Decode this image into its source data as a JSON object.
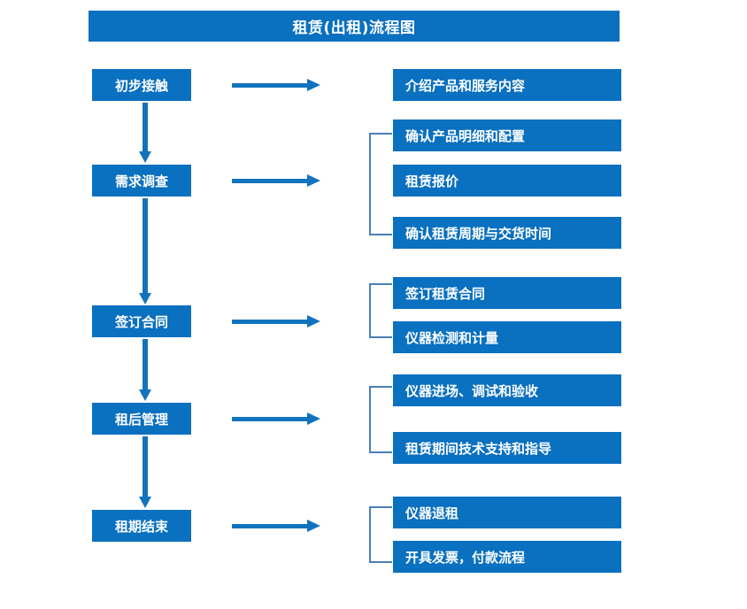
{
  "title": "租赁(出租)流程图",
  "colors": {
    "box_blue": "#0a70c0",
    "arrow_blue": "#1273bd",
    "bracket_blue": "#4a7fb5",
    "box_text": "#ffffff",
    "background": "#ffffff"
  },
  "stages": [
    {
      "label": "初步接触"
    },
    {
      "label": "需求调查"
    },
    {
      "label": "签订合同"
    },
    {
      "label": "租后管理"
    },
    {
      "label": "租期结束"
    }
  ],
  "details": [
    {
      "label": "介绍产品和服务内容"
    },
    {
      "label": "确认产品明细和配置"
    },
    {
      "label": "租赁报价"
    },
    {
      "label": "确认租赁周期与交货时间"
    },
    {
      "label": "签订租赁合同"
    },
    {
      "label": "仪器检测和计量"
    },
    {
      "label": "仪器进场、调试和验收"
    },
    {
      "label": "租赁期间技术支持和指导"
    },
    {
      "label": "仪器退租"
    },
    {
      "label": "开具发票，付款流程"
    }
  ]
}
